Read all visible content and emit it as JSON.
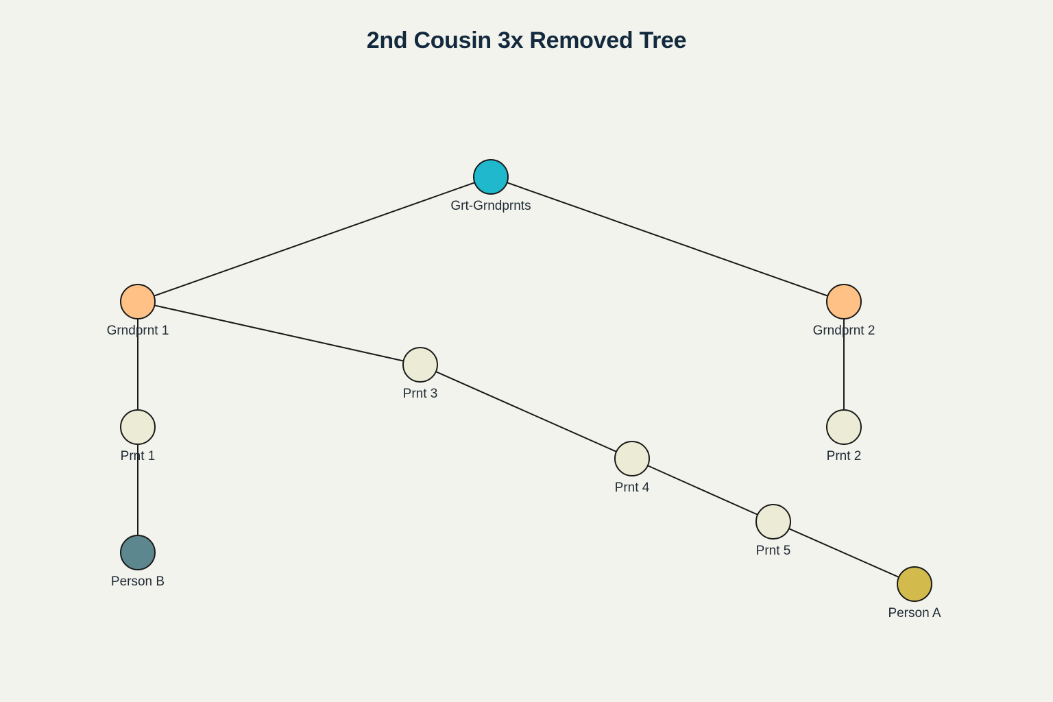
{
  "title": "2nd Cousin 3x Removed Tree",
  "colors": {
    "background": "#f3f3ee",
    "edge": "#1a1a1a",
    "great_grandparents": "#1fb8cd",
    "grandparent": "#ffc185",
    "parent": "#ecebd5",
    "person_b": "#5d878f",
    "person_a": "#d2ba4c"
  },
  "nodes": [
    {
      "id": "ggp",
      "label": "Grt-Grndprnts",
      "color": "#1fb8cd"
    },
    {
      "id": "gp1",
      "label": "Grndprnt 1",
      "color": "#ffc185"
    },
    {
      "id": "gp2",
      "label": "Grndprnt 2",
      "color": "#ffc185"
    },
    {
      "id": "p1",
      "label": "Prnt 1",
      "color": "#ecebd5"
    },
    {
      "id": "p2",
      "label": "Prnt 2",
      "color": "#ecebd5"
    },
    {
      "id": "p3",
      "label": "Prnt 3",
      "color": "#ecebd5"
    },
    {
      "id": "p4",
      "label": "Prnt 4",
      "color": "#ecebd5"
    },
    {
      "id": "p5",
      "label": "Prnt 5",
      "color": "#ecebd5"
    },
    {
      "id": "pb",
      "label": "Person B",
      "color": "#5d878f"
    },
    {
      "id": "pa",
      "label": "Person A",
      "color": "#d2ba4c"
    }
  ],
  "edges": [
    [
      "ggp",
      "gp1"
    ],
    [
      "ggp",
      "gp2"
    ],
    [
      "gp1",
      "p1"
    ],
    [
      "gp1",
      "p3"
    ],
    [
      "gp2",
      "p2"
    ],
    [
      "p1",
      "pb"
    ],
    [
      "p3",
      "p4"
    ],
    [
      "p4",
      "p5"
    ],
    [
      "p5",
      "pa"
    ]
  ]
}
